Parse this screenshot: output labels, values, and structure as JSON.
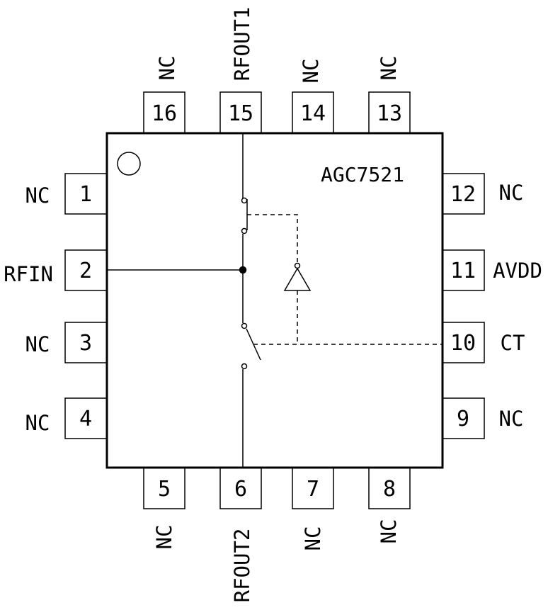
{
  "chip": {
    "name": "AGC7521"
  },
  "pins": [
    {
      "num": "1",
      "label": "NC"
    },
    {
      "num": "2",
      "label": "RFIN"
    },
    {
      "num": "3",
      "label": "NC"
    },
    {
      "num": "4",
      "label": "NC"
    },
    {
      "num": "5",
      "label": "NC"
    },
    {
      "num": "6",
      "label": "RFOUT2"
    },
    {
      "num": "7",
      "label": "NC"
    },
    {
      "num": "8",
      "label": "NC"
    },
    {
      "num": "9",
      "label": "NC"
    },
    {
      "num": "10",
      "label": "CT"
    },
    {
      "num": "11",
      "label": "AVDD"
    },
    {
      "num": "12",
      "label": "NC"
    },
    {
      "num": "13",
      "label": "NC"
    },
    {
      "num": "14",
      "label": "NC"
    },
    {
      "num": "15",
      "label": "RFOUT1"
    },
    {
      "num": "16",
      "label": "NC"
    }
  ]
}
